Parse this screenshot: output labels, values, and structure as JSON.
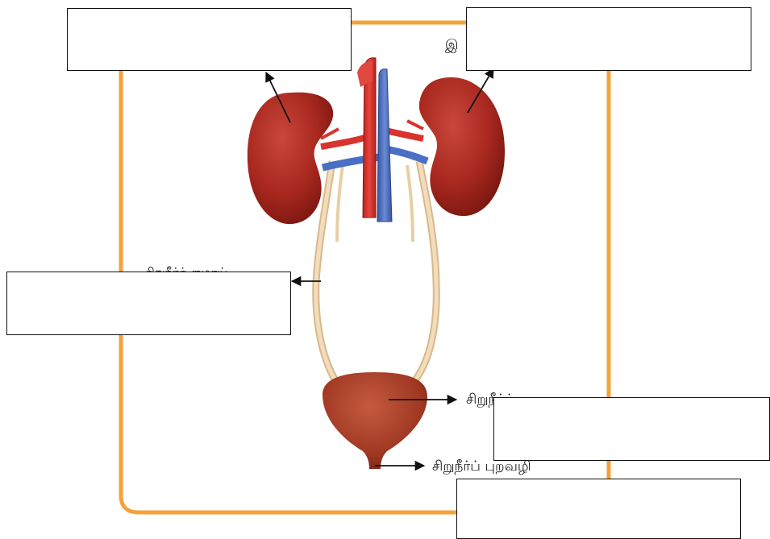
{
  "labels": {
    "renal_artery_partial": "இ",
    "ureter_partial": "சிறுநீர்க் குழாய்",
    "bladder_partial": "சிறுநீர்ப் பை",
    "urethra": "சிறுநீர்ப் புறவழி"
  },
  "blanks": {
    "top_left": "",
    "top_right": "",
    "middle_left": "",
    "middle_right": "",
    "bottom_right": ""
  },
  "colors": {
    "frame": "#f4a23a",
    "kidney": "#a8281f",
    "artery": "#d9332e",
    "vein": "#4a6fc4",
    "ureter": "#e9cfa7",
    "bladder": "#a83a26",
    "arrow": "#111111"
  }
}
